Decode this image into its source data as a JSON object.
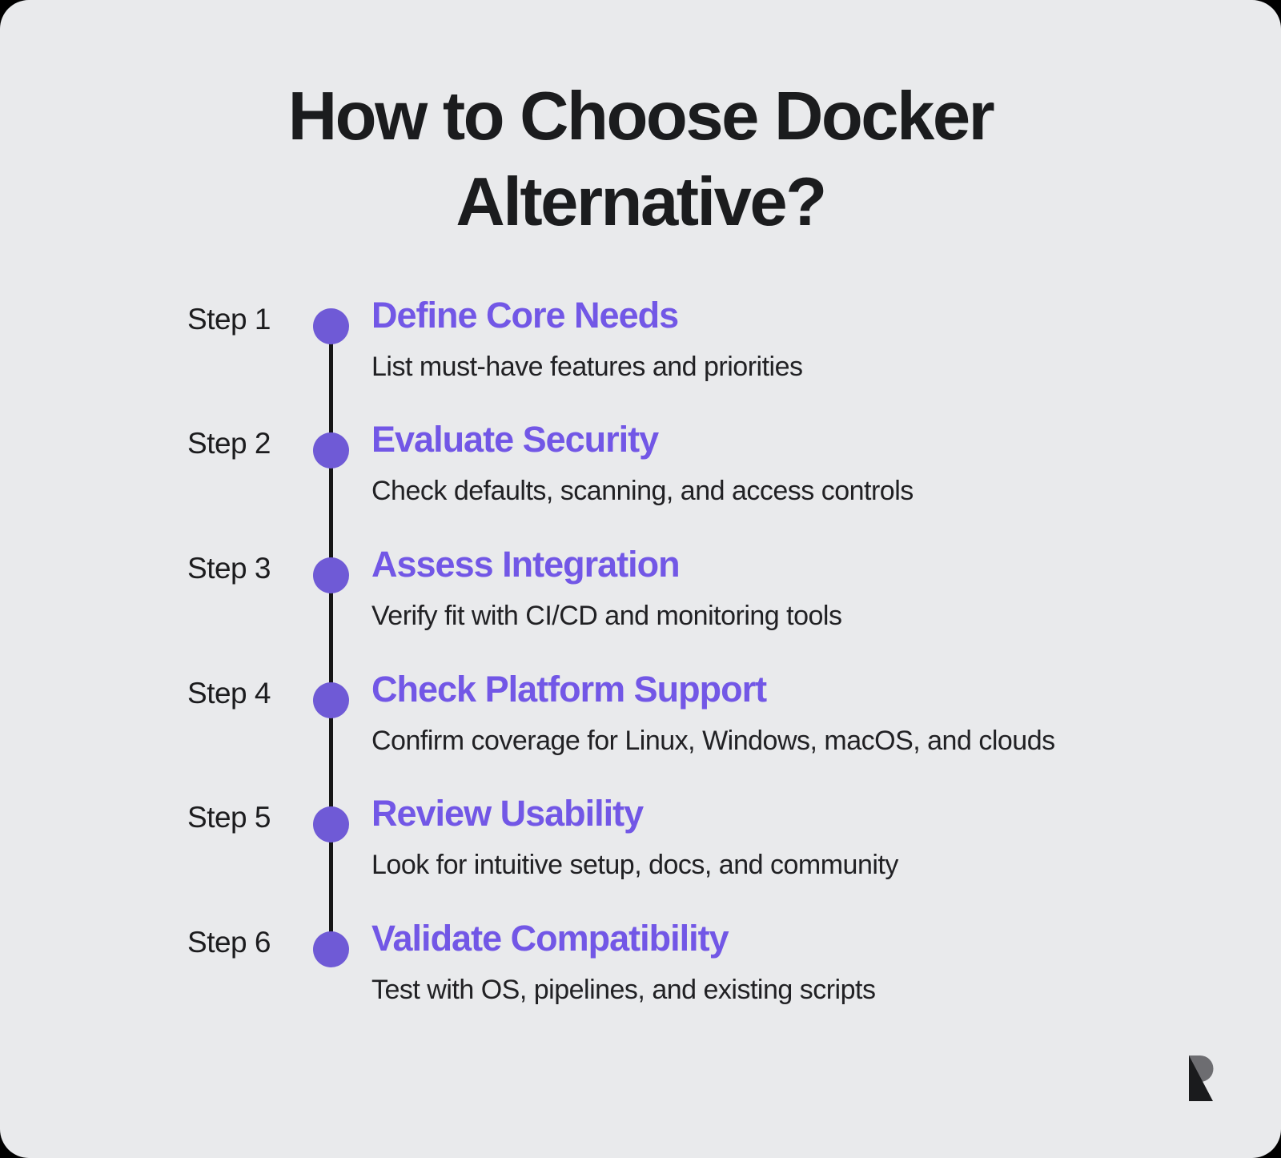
{
  "title": {
    "line1": "How to Choose Docker",
    "line2": "Alternative?"
  },
  "timeline": {
    "steps": [
      {
        "label": "Step 1",
        "title": "Define Core Needs",
        "description": "List must-have features and priorities"
      },
      {
        "label": "Step 2",
        "title": "Evaluate Security",
        "description": "Check defaults, scanning, and access controls"
      },
      {
        "label": "Step 3",
        "title": "Assess Integration",
        "description": "Verify fit with CI/CD and monitoring tools"
      },
      {
        "label": "Step 4",
        "title": "Check Platform Support",
        "description": "Confirm coverage for Linux, Windows, macOS, and clouds"
      },
      {
        "label": "Step 5",
        "title": "Review Usability",
        "description": "Look for intuitive setup, docs, and community"
      },
      {
        "label": "Step 6",
        "title": "Validate Compatibility",
        "description": "Test with OS, pipelines, and existing scripts"
      }
    ]
  },
  "logo": {
    "icon": "r-logo"
  },
  "colors": {
    "background": "#e9eaec",
    "outer_background": "#000000",
    "title_text": "#1b1c1e",
    "heading_purple": "#7257e6",
    "dot_purple": "#6f5ad6",
    "timeline_line": "#161616",
    "body_text": "#212124",
    "logo_black": "#1a1b1d",
    "logo_gray": "#6d6d71"
  }
}
